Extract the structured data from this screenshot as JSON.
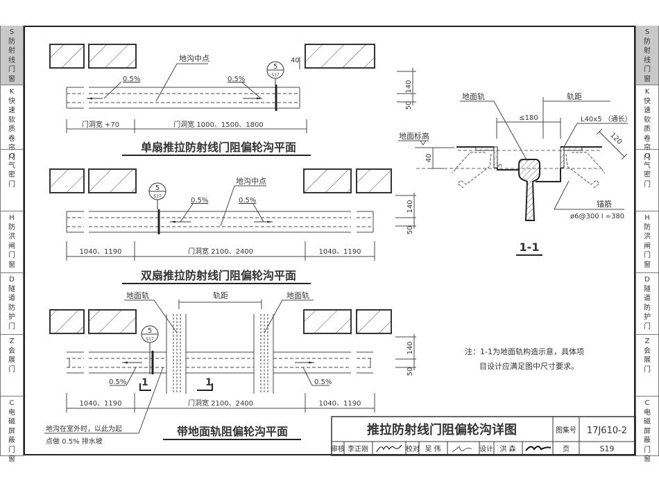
{
  "side_tabs": [
    {
      "code": "S",
      "label": "防射线门窗",
      "active": true
    },
    {
      "code": "K",
      "label": "快速软质卷帘门",
      "active": false
    },
    {
      "code": "Q",
      "label": "气密门",
      "active": false
    },
    {
      "code": "H",
      "label": "防洪闸门窗",
      "active": false
    },
    {
      "code": "D",
      "label": "隧道防护门",
      "active": false
    },
    {
      "code": "Z",
      "label": "会展门",
      "active": false
    },
    {
      "code": "C",
      "label": "电磁屏蔽门窗",
      "active": false
    }
  ],
  "plan1": {
    "title": "单扇推拉防射线门阻偏轮沟平面",
    "center_label": "地沟中点",
    "slope_left": "0.5%",
    "slope_right": "0.5%",
    "ref_top": "5",
    "ref_bottom": "S17",
    "dim_offset": "40",
    "dim_left": "门洞宽 +70",
    "dim_main": "门洞宽 1000、1500、1800",
    "dim_h1": "140",
    "dim_h2": "50"
  },
  "plan2": {
    "title": "双扇推拉防射线门阻偏轮沟平面",
    "center_label": "地沟中点",
    "slope_left": "0.5%",
    "slope_right": "0.5%",
    "ref_top": "5",
    "ref_bottom": "S17",
    "dim_left": "1040、1190",
    "dim_main": "门洞宽 2100、2400",
    "dim_right": "1040、1190",
    "dim_h1": "140",
    "dim_h2": "50"
  },
  "plan3": {
    "title": "带地面轨阻偏轮沟平面",
    "rail_left": "地面轨",
    "rail_right": "地面轨",
    "rail_gauge": "轨距",
    "slope_left": "0.5%",
    "slope_right": "0.5%",
    "ref_top": "5",
    "ref_bottom": "S17",
    "section_mark": "1",
    "dim_left": "1040、1190",
    "dim_main": "门洞宽 2100、2400",
    "dim_right": "1040、1190",
    "dim_h1": "140",
    "dim_h2": "50",
    "note_line1": "地沟在室外时，以此为起",
    "note_line2": "点做 0.5% 排水坡"
  },
  "section": {
    "title": "1-1",
    "rail_label": "地面轨",
    "gauge_label": "轨距",
    "width_label": "≤180",
    "angle_label": "L40x5 （通长）",
    "floor_label": "地面标高",
    "depth_label": "40",
    "gap_label": "5",
    "anchor_len": "120",
    "anchor_label": "锚筋",
    "anchor_spec": "ø6@300   l =380"
  },
  "note": {
    "line1": "注：1-1为地面轨构造示意，具体项",
    "line2": "目设计应满足图中尺寸要求。"
  },
  "title_block": {
    "drawing_title": "推拉防射线门阻偏轮沟详图",
    "atlas_label": "图集号",
    "atlas_no": "17J610-2",
    "review_label": "审核",
    "reviewer": "李正刚",
    "check_label": "校对",
    "checker": "吴  伟",
    "design_label": "设计",
    "designer": "洪  森",
    "page_label": "页",
    "page_no": "S19"
  }
}
